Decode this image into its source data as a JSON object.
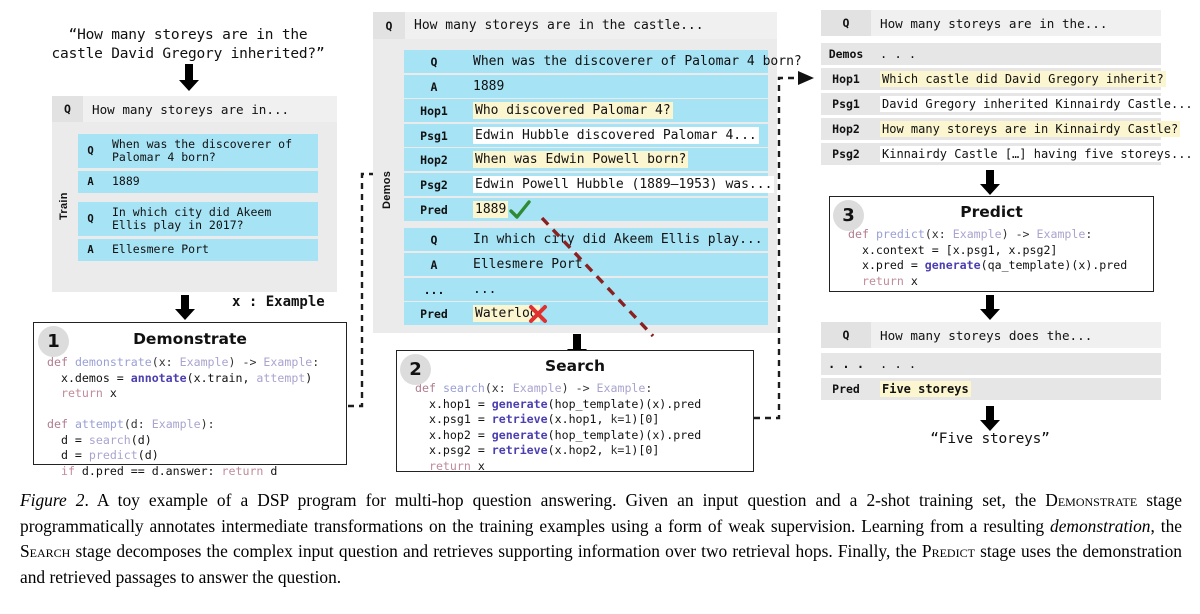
{
  "figure": {
    "input_question": "“How many storeys are in the\ncastle David Gregory inherited?”",
    "x_example_label": "x : Example",
    "final_answer": "“Five storeys”"
  },
  "left_panel": {
    "header": {
      "label": "Q",
      "value": "How many storeys are in..."
    },
    "side_label": "Train",
    "rows": [
      {
        "label": "Q",
        "value": "When was the discoverer of\nPalomar 4 born?"
      },
      {
        "label": "A",
        "value": "1889"
      },
      {
        "label": "Q",
        "value": "In which city did Akeem\nEllis play in 2017?"
      },
      {
        "label": "A",
        "value": "Ellesmere Port"
      }
    ]
  },
  "middle_panel": {
    "header": {
      "label": "Q",
      "value": "How many storeys are in the castle..."
    },
    "side_label": "Demos",
    "demo1": [
      {
        "label": "Q",
        "value": "When was the discoverer of Palomar 4 born?",
        "style": "plain"
      },
      {
        "label": "A",
        "value": "1889",
        "style": "plain"
      },
      {
        "label": "Hop1",
        "value": "Who discovered Palomar 4?",
        "style": "highlight"
      },
      {
        "label": "Psg1",
        "value": "Edwin Hubble discovered Palomar 4...",
        "style": "white"
      },
      {
        "label": "Hop2",
        "value": "When was Edwin Powell born?",
        "style": "highlight"
      },
      {
        "label": "Psg2",
        "value": "Edwin Powell Hubble (1889–1953) was...",
        "style": "white"
      },
      {
        "label": "Pred",
        "value": "1889",
        "style": "highlight",
        "mark": "check"
      }
    ],
    "demo2": [
      {
        "label": "Q",
        "value": "In which city did Akeem Ellis play...",
        "style": "plain"
      },
      {
        "label": "A",
        "value": "Ellesmere Port",
        "style": "plain"
      },
      {
        "label": "...",
        "value": "...",
        "style": "plain"
      },
      {
        "label": "Pred",
        "value": "Waterloo",
        "style": "highlight",
        "mark": "cross"
      }
    ]
  },
  "right_panel": {
    "top_rows": [
      {
        "label": "Q",
        "value": "How many storeys are in the...",
        "style": "plain"
      },
      {
        "label": "Demos",
        "value": ". . .",
        "style": "plain"
      },
      {
        "label": "Hop1",
        "value": "Which castle did David Gregory inherit?",
        "style": "highlight"
      },
      {
        "label": "Psg1",
        "value": "David Gregory inherited Kinnairdy Castle...",
        "style": "white"
      },
      {
        "label": "Hop2",
        "value": "How many storeys are in Kinnairdy Castle?",
        "style": "highlight"
      },
      {
        "label": "Psg2",
        "value": "Kinnairdy Castle […] having five storeys...",
        "style": "white"
      }
    ],
    "bottom_rows": [
      {
        "label": "Q",
        "value": "How many storeys does the...",
        "style": "plain"
      },
      {
        "label": ". . .",
        "value": ". . .",
        "style": "plain"
      },
      {
        "label": "Pred",
        "value": "Five storeys",
        "style": "highlight"
      }
    ]
  },
  "stages": {
    "demonstrate": {
      "number": "1",
      "title": "Demonstrate",
      "code_lines": [
        "def demonstrate(x: Example) -> Example:",
        "  x.demos = annotate(x.train, attempt)",
        "  return x",
        "",
        "def attempt(d: Example):",
        "  d = search(d)",
        "  d = predict(d)",
        "  if d.pred == d.answer: return d"
      ]
    },
    "search": {
      "number": "2",
      "title": "Search",
      "code_lines": [
        "def search(x: Example) -> Example:",
        "  x.hop1 = generate(hop_template)(x).pred",
        "  x.psg1 = retrieve(x.hop1, k=1)[0]",
        "  x.hop2 = generate(hop_template)(x).pred",
        "  x.psg2 = retrieve(x.hop2, k=1)[0]",
        "  return x"
      ]
    },
    "predict": {
      "number": "3",
      "title": "Predict",
      "code_lines": [
        "def predict(x: Example) -> Example:",
        "  x.context = [x.psg1, x.psg2]",
        "  x.pred = generate(qa_template)(x).pred",
        "  return x"
      ]
    }
  },
  "caption": {
    "figure_label": "Figure 2",
    "text": ". A toy example of a DSP program for multi-hop question answering. Given an input question and a 2-shot training set, the DEMONSTRATE stage programmatically annotates intermediate transformations on the training examples using a form of weak supervision. Learning from a resulting demonstration, the SEARCH stage decomposes the complex input question and retrieves supporting information over two retrieval hops. Finally, the PREDICT stage uses the demonstration and retrieved passages to answer the question."
  },
  "colors": {
    "panel_grey": "#ebebeb",
    "row_grey": "#e6e6e6",
    "cyan": "#a6e3f5",
    "highlight_yellow": "#fbf6cf",
    "check_green": "#2e8b34",
    "cross_red": "#e03030",
    "dashed_red": "#8b2020"
  }
}
